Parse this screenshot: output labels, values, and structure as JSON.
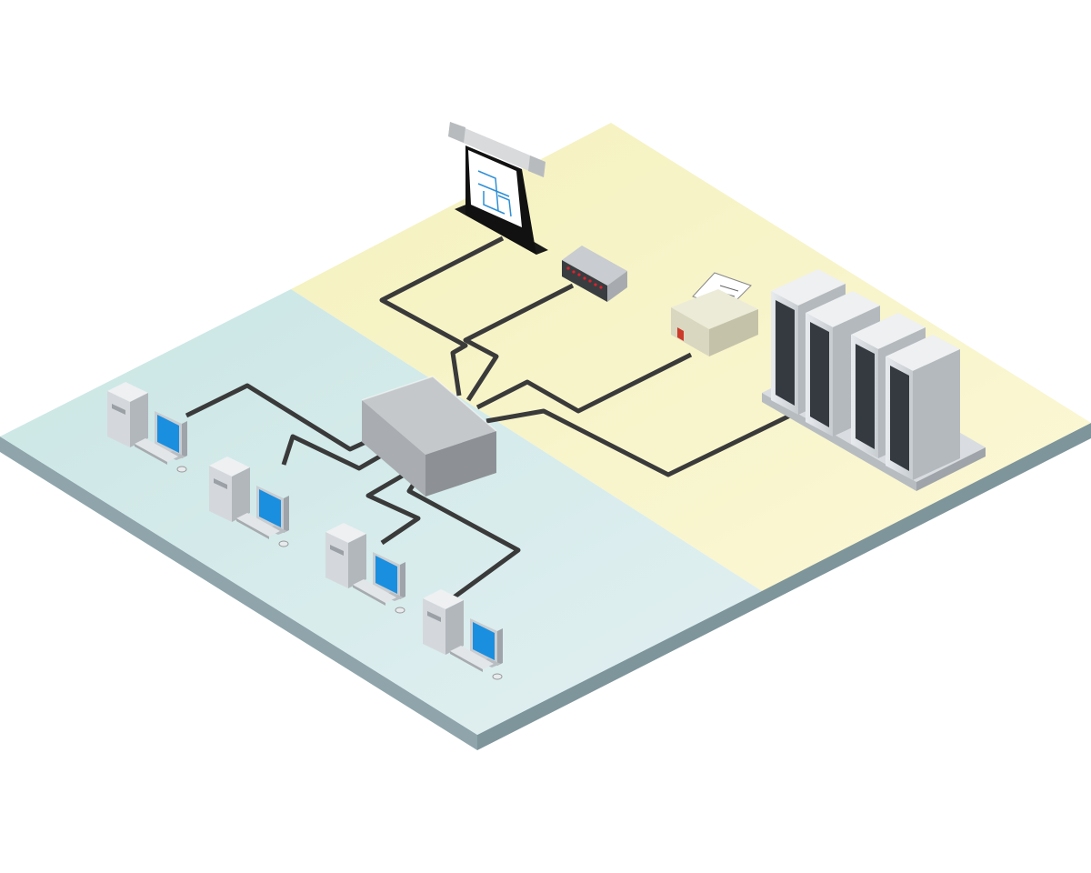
{
  "diagram": {
    "type": "isometric-network-topology",
    "zones": [
      {
        "id": "workstation-zone",
        "color": "#cde8e6"
      },
      {
        "id": "peripheral-zone",
        "color": "#f7f3c3"
      }
    ],
    "hub": {
      "icon": "network-switch-icon"
    },
    "workstations": [
      {
        "icon": "desktop-computer-icon",
        "screen_color": "#1a8fe0"
      },
      {
        "icon": "desktop-computer-icon",
        "screen_color": "#1a8fe0"
      },
      {
        "icon": "desktop-computer-icon",
        "screen_color": "#1a8fe0"
      },
      {
        "icon": "desktop-computer-icon",
        "screen_color": "#1a8fe0"
      }
    ],
    "peripherals": [
      {
        "icon": "wide-format-plotter-icon"
      },
      {
        "icon": "network-device-icon",
        "led_color": "#e0202a"
      },
      {
        "icon": "printer-icon"
      },
      {
        "icon": "server-rack-icon",
        "count": 4
      }
    ],
    "cable_color": "#3a3a3a",
    "connections": 8
  }
}
